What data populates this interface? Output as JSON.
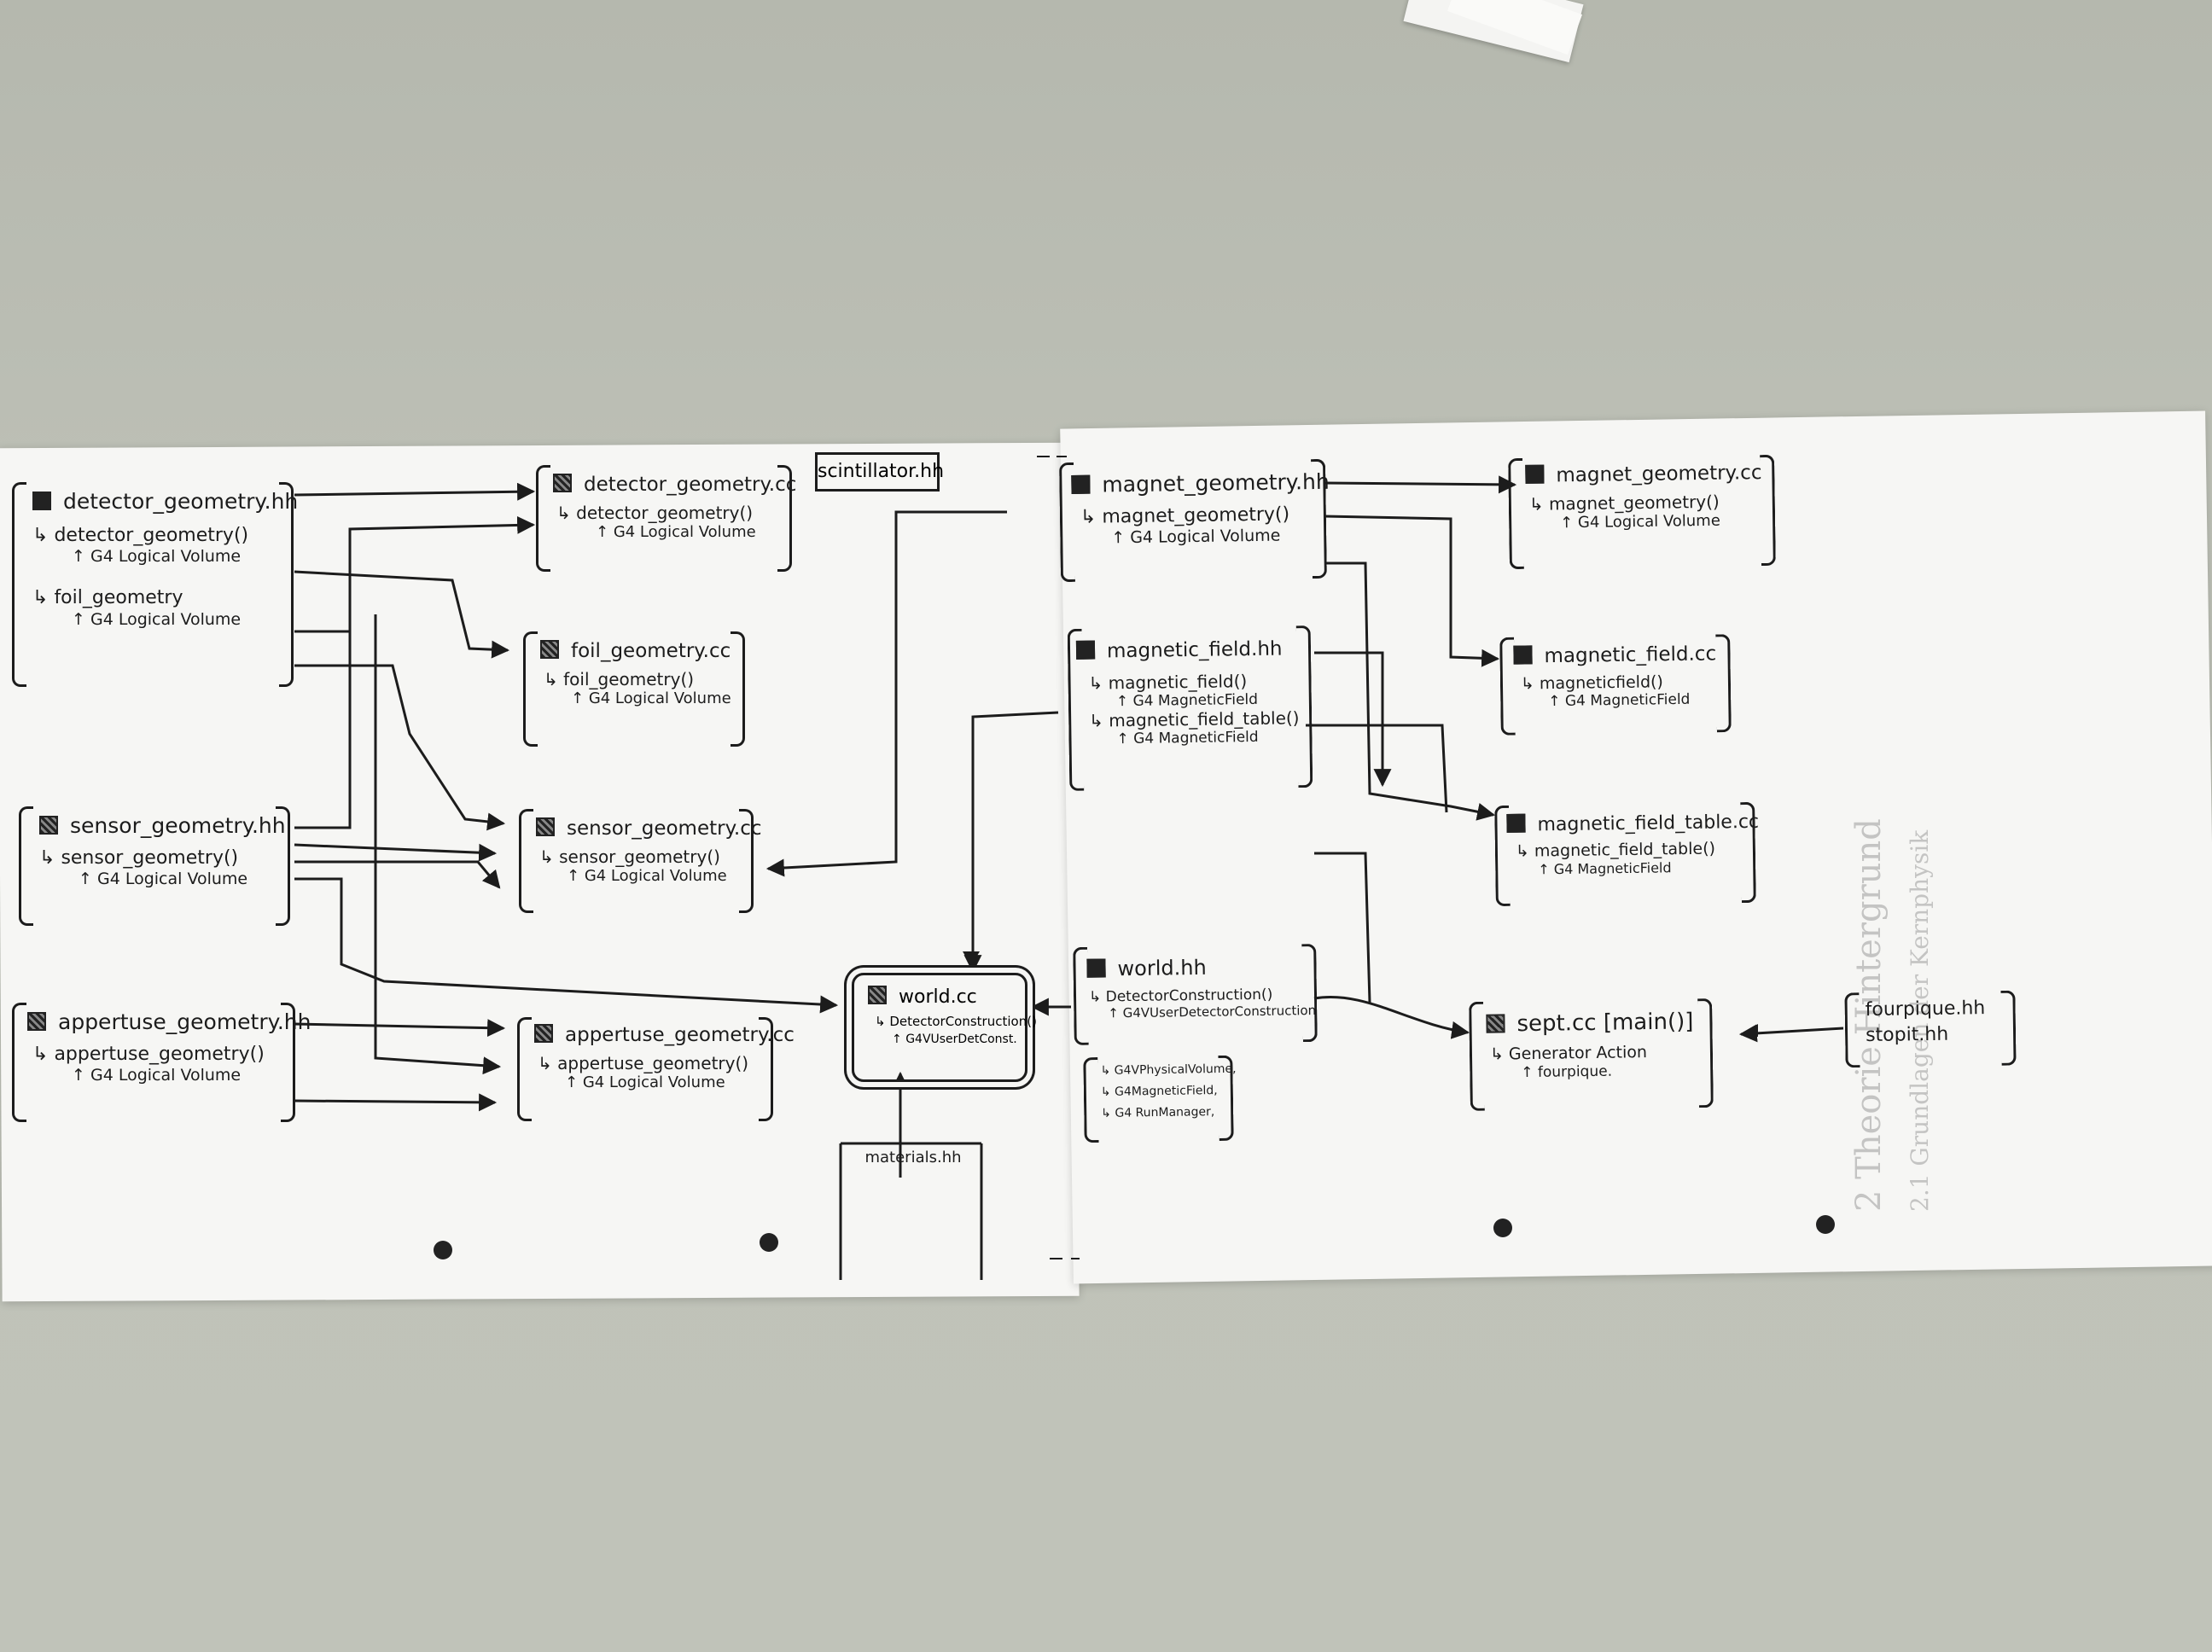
{
  "left_page": {
    "detector_hh": {
      "title": "detector_geometry.hh",
      "fn1": "detector_geometry()",
      "base1": "G4 Logical Volume",
      "fn2": "foil_geometry",
      "base2": "G4 Logical Volume"
    },
    "sensor_hh": {
      "title": "sensor_geometry.hh",
      "fn": "sensor_geometry()",
      "base": "G4 Logical Volume"
    },
    "aperture_hh": {
      "title": "appertuse_geometry.hh",
      "fn": "appertuse_geometry()",
      "base": "G4 Logical Volume"
    },
    "detector_cc": {
      "title": "detector_geometry.cc",
      "fn": "detector_geometry()",
      "base": "G4 Logical Volume"
    },
    "scintillator": {
      "title": "scintillator.hh"
    },
    "foil_cc": {
      "title": "foil_geometry.cc",
      "fn": "foil_geometry()",
      "base": "G4 Logical Volume"
    },
    "sensor_cc": {
      "title": "sensor_geometry.cc",
      "fn": "sensor_geometry()",
      "base": "G4 Logical Volume"
    },
    "aperture_cc": {
      "title": "appertuse_geometry.cc",
      "fn": "appertuse_geometry()",
      "base": "G4 Logical Volume"
    },
    "world_cc": {
      "title": "world.cc",
      "fn": "DetectorConstruction()",
      "base": "G4VUserDetConst."
    },
    "materials": {
      "title": "materials.hh"
    }
  },
  "right_page": {
    "magnet_hh": {
      "title": "magnet_geometry.hh",
      "fn": "magnet_geometry()",
      "base": "G4 Logical Volume"
    },
    "magnet_cc": {
      "title": "magnet_geometry.cc",
      "fn": "magnet_geometry()",
      "base": "G4 Logical Volume"
    },
    "field_hh": {
      "title": "magnetic_field.hh",
      "fn1": "magnetic_field()",
      "base1": "G4 MagneticField",
      "fn2": "magnetic_field_table()",
      "base2": "G4 MagneticField"
    },
    "field_cc": {
      "title": "magnetic_field.cc",
      "fn": "magneticfield()",
      "base": "G4 MagneticField"
    },
    "field_table_cc": {
      "title": "magnetic_field_table.cc",
      "fn": "magnetic_field_table()",
      "base": "G4 MagneticField"
    },
    "world_hh": {
      "title": "world.hh",
      "fn": "DetectorConstruction()",
      "base": "G4VUserDetectorConstruction",
      "deps": [
        "G4VPhysicalVolume,",
        "G4MagneticField,",
        "G4 RunManager,"
      ]
    },
    "sept_cc": {
      "title": "sept.cc",
      "tag": "[main()]",
      "fn": "Generator Action",
      "base": "fourpique."
    },
    "fourpique": {
      "line1": "fourpique.hh",
      "line2": "stopit.hh"
    }
  },
  "background_print": {
    "heading": "2 Theorie Hintergrund",
    "sub": "2.1 Grundlagen der Kernphysik"
  }
}
